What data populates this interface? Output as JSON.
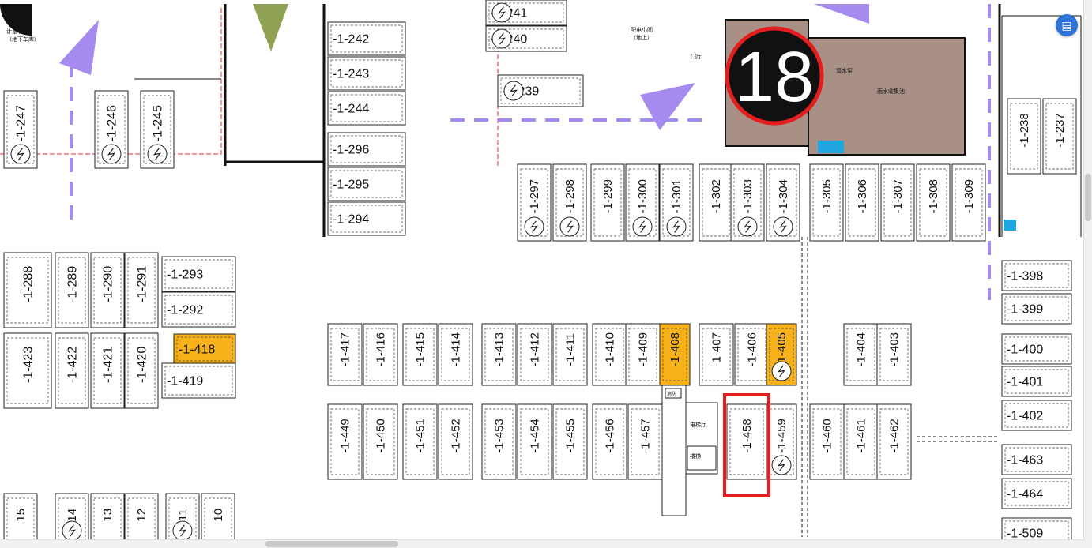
{
  "zone_marker": {
    "label": "18"
  },
  "rooms": {
    "metering_room": "计量小间",
    "metering_room_note": "（地下车库）",
    "power_room": "配电小间",
    "power_room_note": "（地上）",
    "door_note": "门厅",
    "water_pump": "潜水泵",
    "water_collect": "雨水收集池",
    "elevator_hall": "电梯厅",
    "stair": "楼梯",
    "fire": "消防"
  },
  "spots": {
    "top_left": [
      "-1-247",
      "-1-246",
      "-1-245"
    ],
    "col_242": [
      "-1-242",
      "-1-243",
      "-1-244",
      "-1-296",
      "-1-295",
      "-1-294"
    ],
    "top_mid": [
      "-1-241",
      "-1-240",
      "-1-239"
    ],
    "row_297": [
      "-1-297",
      "-1-298",
      "-1-299",
      "-1-300",
      "-1-301",
      "-1-302",
      "-1-303",
      "-1-304",
      "-1-305",
      "-1-306",
      "-1-307",
      "-1-308",
      "-1-309"
    ],
    "right_top": [
      "-1-238",
      "-1-237"
    ],
    "left_mid_row1": [
      "-1-288",
      "-1-289",
      "-1-290",
      "-1-291"
    ],
    "left_mid_side": [
      "-1-293",
      "-1-292",
      "-1-418",
      "-1-419"
    ],
    "left_mid_row2": [
      "-1-423",
      "-1-422",
      "-1-421",
      "-1-420"
    ],
    "row_417": [
      "-1-417",
      "-1-416",
      "-1-415",
      "-1-414",
      "-1-413",
      "-1-412",
      "-1-411",
      "-1-410",
      "-1-409",
      "-1-408",
      "-1-407",
      "-1-406",
      "-1-405",
      "-1-404",
      "-1-403"
    ],
    "row_449": [
      "-1-449",
      "-1-450",
      "-1-451",
      "-1-452",
      "-1-453",
      "-1-454",
      "-1-455",
      "-1-456",
      "-1-457",
      "-1-458",
      "-1-459",
      "-1-460",
      "-1-461",
      "-1-462"
    ],
    "right_col": [
      "-1-398",
      "-1-399",
      "-1-400",
      "-1-401",
      "-1-402",
      "-1-463",
      "-1-464",
      "-1-509"
    ],
    "bottom_left": [
      "15",
      "14",
      "13",
      "12",
      "11",
      "10"
    ]
  },
  "highlighted_spot": "-1-458",
  "colors": {
    "zone_marker_fill": "#111111",
    "zone_marker_ring": "#e41e1e",
    "room_fill": "#a89087",
    "yellow_spot": "#f7b21a",
    "arrow_purple": "#a58bf0",
    "arrow_olive": "#8fa253",
    "highlight_red": "#e41e1e"
  },
  "icons": {
    "charger": "lightning-circle-icon",
    "arrow": "direction-arrow-icon",
    "toolbar": "document-icon"
  }
}
